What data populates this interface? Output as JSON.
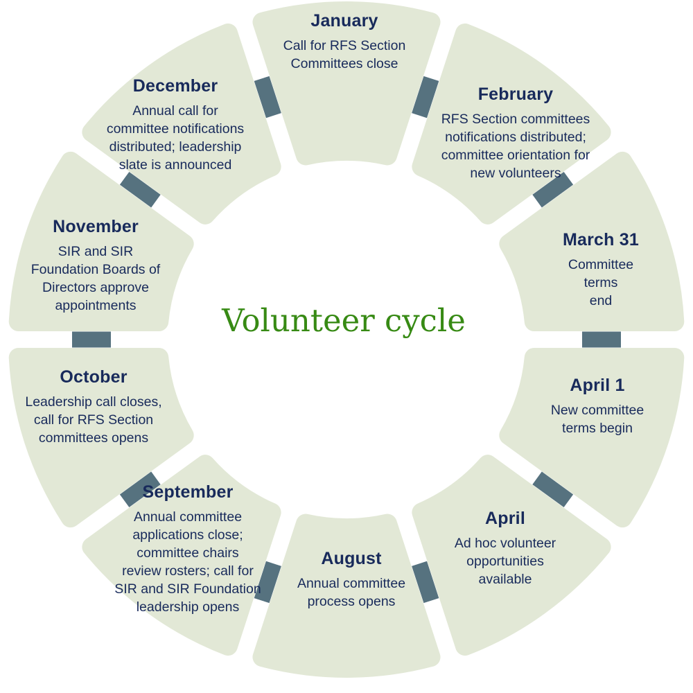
{
  "center_title": "Volunteer cycle",
  "colors": {
    "segment_fill": "#e2e8d6",
    "connector": "#56727f",
    "text_navy": "#182a5b",
    "title_green": "#378a14",
    "background": "#ffffff"
  },
  "months": [
    {
      "name": "January",
      "description": "Call for RFS Section\nCommittees close"
    },
    {
      "name": "February",
      "description": "RFS Section committees\nnotifications distributed;\ncommittee orientation for\nnew volunteers"
    },
    {
      "name": "March 31",
      "description": "Committee terms\nend"
    },
    {
      "name": "April 1",
      "description": "New committee\nterms begin"
    },
    {
      "name": "April",
      "description": "Ad hoc volunteer\nopportunities\navailable"
    },
    {
      "name": "August",
      "description": "Annual committee\nprocess opens"
    },
    {
      "name": "September",
      "description": "Annual committee\napplications close;\ncommittee chairs\nreview rosters; call for\nSIR and SIR Foundation\nleadership opens"
    },
    {
      "name": "October",
      "description": "Leadership call closes,\ncall for RFS Section\ncommittees opens"
    },
    {
      "name": "November",
      "description": "SIR and SIR\nFoundation Boards of\nDirectors approve\nappointments"
    },
    {
      "name": "December",
      "description": "Annual call for\ncommittee notifications\ndistributed; leadership\nslate is announced"
    }
  ]
}
